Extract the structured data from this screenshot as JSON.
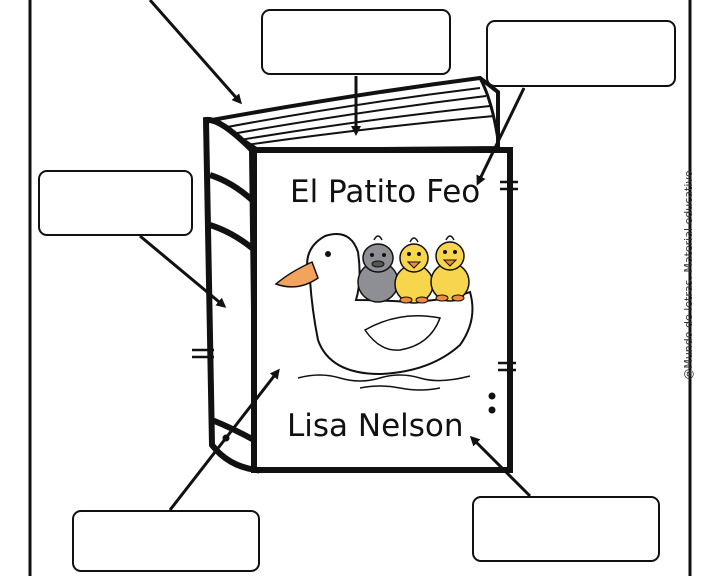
{
  "book": {
    "title": "El Patito Feo",
    "author": "Lisa Nelson"
  },
  "credit": "@Mundo de letras. Material educativo",
  "label_boxes": [
    "",
    "",
    "",
    "",
    ""
  ],
  "illustration": {
    "subject": "ducks",
    "colors": {
      "outline": "#111111",
      "beak": "#f2a35e",
      "gray_duckling": "#8d8f94",
      "yellow_duckling": "#f7d54d",
      "orange_feet": "#f08a3c"
    }
  }
}
